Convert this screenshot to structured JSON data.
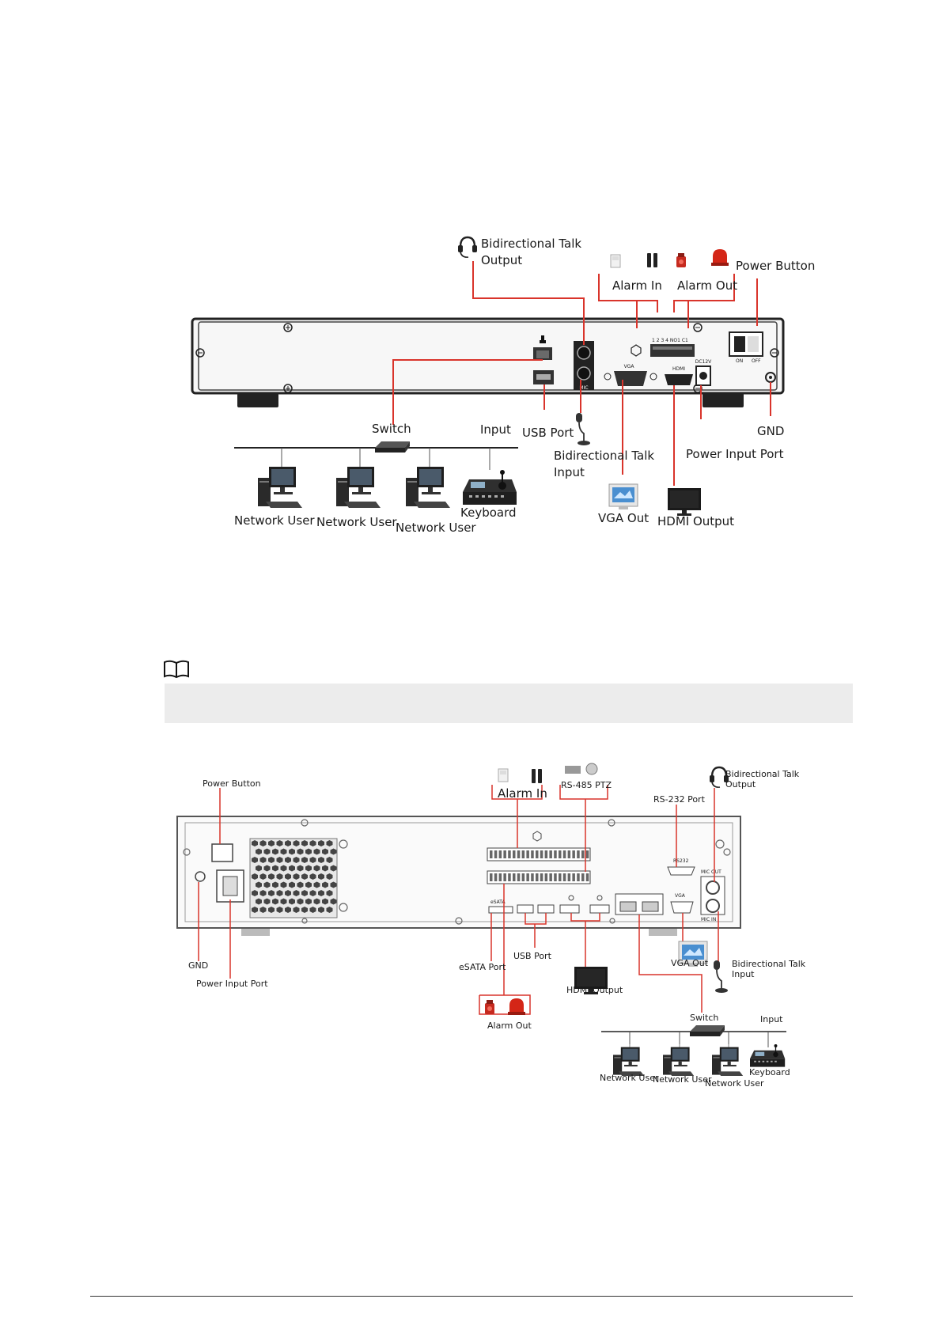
{
  "figure1": {
    "labels": {
      "talk_output": [
        "Bidirectional Talk",
        "Output"
      ],
      "alarm_in": "Alarm In",
      "alarm_out": "Alarm Out",
      "power_button": "Power Button",
      "switch": "Switch",
      "input": "Input",
      "usb_port": "USB Port",
      "talk_input": [
        "Bidirectional Talk",
        "Input"
      ],
      "power_input_port": "Power Input Port",
      "gnd": "GND",
      "vga_out": "VGA Out",
      "hdmi_output": "HDMI Output",
      "network_user_1": "Network User",
      "network_user_2": "Network User",
      "network_user_3": "Network User",
      "keyboard": "Keyboard"
    },
    "panel_text": {
      "vga": "VGA",
      "hdmi": "HDMI",
      "mic": "MIC",
      "on": "ON",
      "off": "OFF",
      "dc": "DC12V",
      "ports": "1 2 3 4 NO1 C1"
    }
  },
  "figure2": {
    "labels": {
      "power_button": "Power Button",
      "alarm_in": "Alarm In",
      "rs485_ptz": "RS-485 PTZ",
      "talk_output": [
        "Bidirectional Talk",
        "Output"
      ],
      "rs232_port": "RS-232 Port",
      "gnd": "GND",
      "power_input_port": "Power Input Port",
      "esata_port": "eSATA Port",
      "usb_port": "USB Port",
      "hdmi_output": "HDMI Output",
      "vga_out": "VGA Out",
      "talk_input": [
        "Bidirectional Talk",
        "Input"
      ],
      "alarm_out": "Alarm Out",
      "switch": "Switch",
      "input": "Input",
      "network_user_1": "Network User",
      "network_user_2": "Network User",
      "network_user_3": "Network User",
      "keyboard": "Keyboard"
    },
    "panel_text": {
      "vga": "VGA",
      "esata": "eSATA",
      "rs232": "RS232",
      "mic_in": "MIC IN",
      "mic_out": "MIC OUT"
    }
  },
  "colors": {
    "callout": "#d9342b",
    "note_bar": "#ececec",
    "panel": "#2b2b2b"
  }
}
